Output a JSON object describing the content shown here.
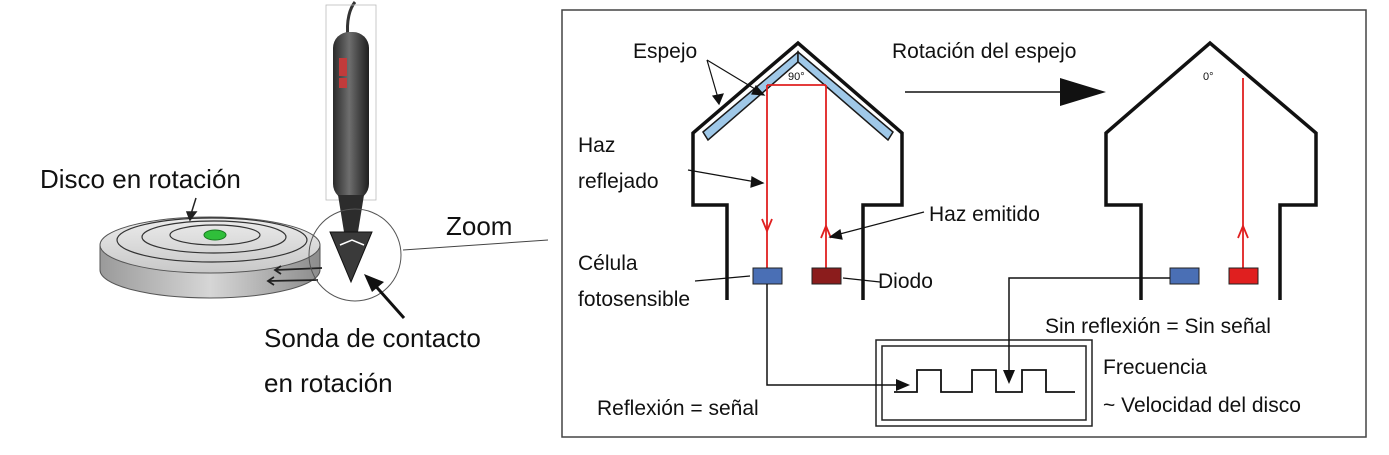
{
  "left": {
    "disk_label": "Disco en rotación",
    "probe_label_line1": "Sonda de contacto",
    "probe_label_line2": "en rotación",
    "zoom_label": "Zoom"
  },
  "detail": {
    "mirror_label": "Espejo",
    "angle_reflecting": "90°",
    "rotation_label": "Rotación del espejo",
    "angle_rotated": "0°",
    "reflected_beam_line1": "Haz",
    "reflected_beam_line2": "reflejado",
    "emitted_beam_label": "Haz emitido",
    "cell_label_line1": "Célula",
    "cell_label_line2": "fotosensible",
    "diode_label": "Diodo",
    "no_reflection_label": "Sin reflexión = Sin señal",
    "reflection_label": "Reflexión = señal",
    "frequency_line1": "Frecuencia",
    "frequency_line2": "~ Velocidad del disco"
  },
  "colors": {
    "beam": "#e02020",
    "cell": "#4a6fb5",
    "diode_dark": "#8b1c1c",
    "diode_bright": "#e01f1f",
    "mirror": "#9fc8e8",
    "disk_marker": "#2fbf3a"
  }
}
